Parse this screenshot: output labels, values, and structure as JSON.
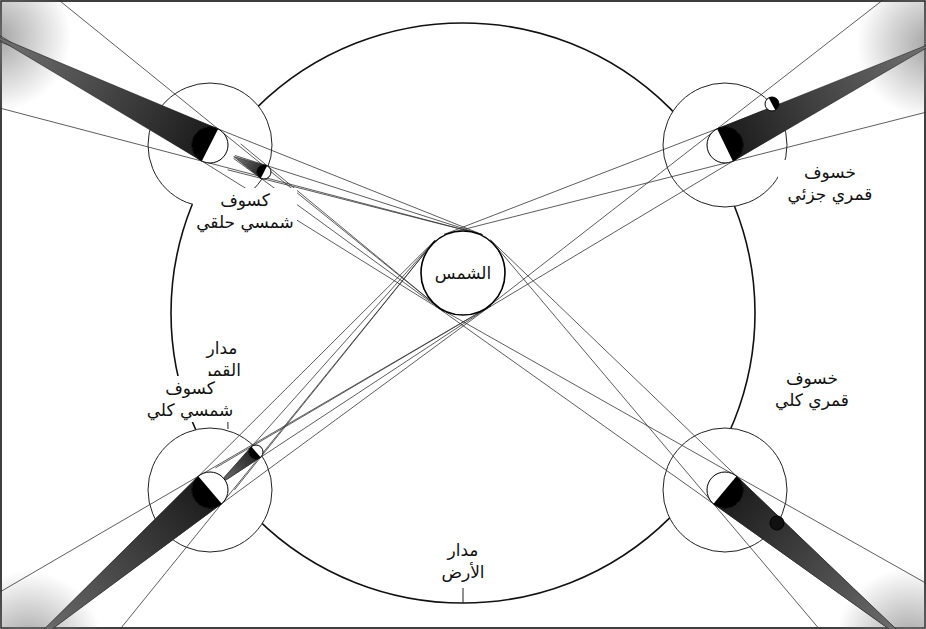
{
  "diagram": {
    "nodes": [
      {
        "text": [
          "الشمس"
        ]
      }
    ],
    "labels": [
      "كسوف شمسي حلقي",
      "خسوف قمري جزئي",
      "مدار القمر",
      "كسوف شمسي كلي",
      "خسوف قمري كلي",
      "مدار الأرض"
    ]
  }
}
